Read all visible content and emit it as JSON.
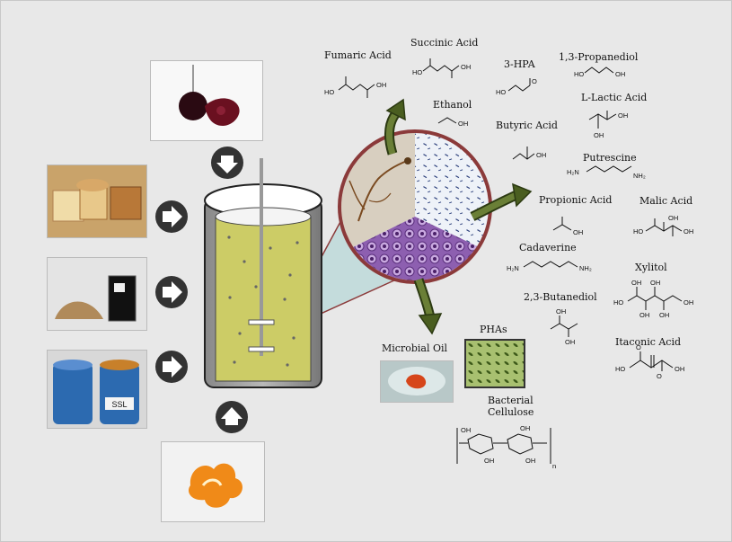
{
  "feedstocks": [
    "wine",
    "bread",
    "grain",
    "ssl-drums",
    "orange-peel"
  ],
  "drum_label": "SSL",
  "products": {
    "fumaric": "Fumaric Acid",
    "succinic": "Succinic Acid",
    "hpa": "3-HPA",
    "propanediol": "1,3-Propanediol",
    "ethanol": "Ethanol",
    "lactic": "L-Lactic Acid",
    "butyric": "Butyric Acid",
    "putrescine": "Putrescine",
    "propionic": "Propionic Acid",
    "malic": "Malic Acid",
    "cadaverine": "Cadaverine",
    "xylitol": "Xylitol",
    "butanediol": "2,3-Butanediol",
    "itaconic": "Itaconic Acid",
    "microbial_oil": "Microbial Oil",
    "phas": "PHAs",
    "cellulose_line1": "Bacterial",
    "cellulose_line2": "Cellulose"
  },
  "chem": {
    "ho": "HO",
    "oh": "OH",
    "o": "O",
    "h2n": "H₂N",
    "nh2": "NH₂",
    "n": "n"
  },
  "colors": {
    "background": "#e8e8e8",
    "broth": "#cccc66",
    "arrow_dark": "#333333",
    "arrow_green": "#4a5e20",
    "circle_border": "#8b3a3a",
    "tissue": "#9a6ab8"
  }
}
